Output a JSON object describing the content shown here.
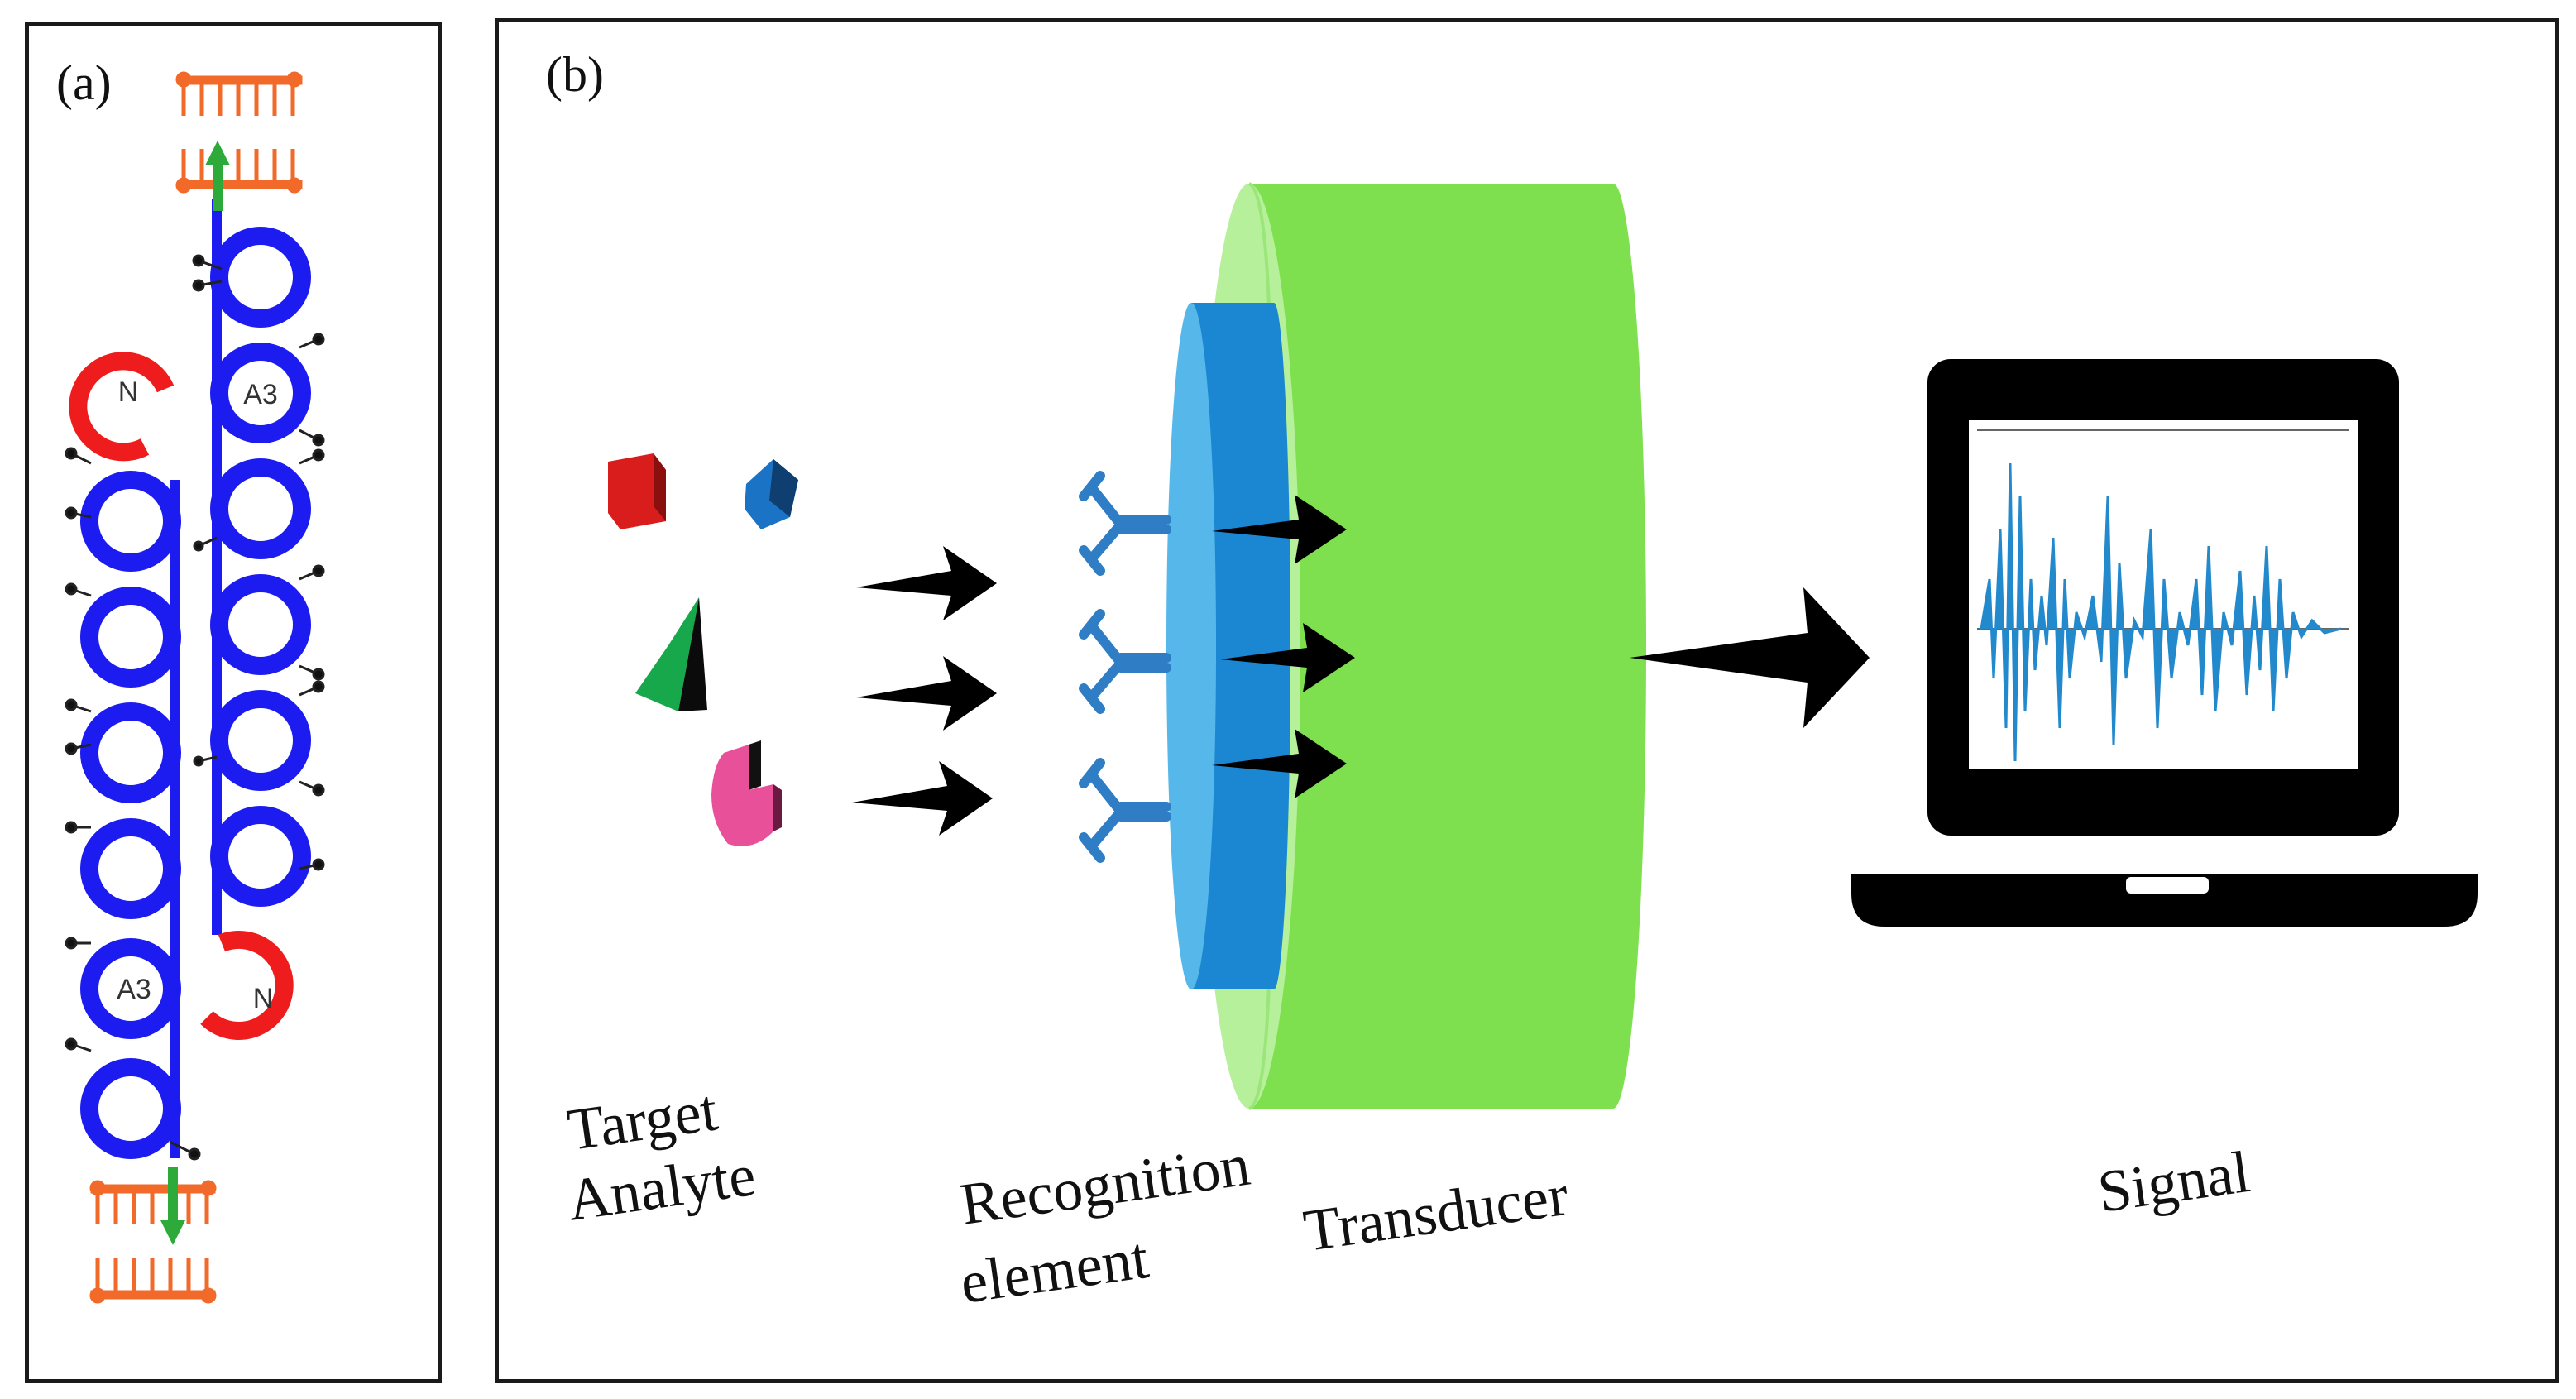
{
  "panel_a": {
    "label": "(a)",
    "loop_labels": {
      "n_top": "N",
      "a3_top": "A3",
      "a3_bottom": "A3",
      "n_bottom": "N"
    }
  },
  "panel_b": {
    "label": "(b)",
    "captions": {
      "target_line1": "Target",
      "target_line2": "Analyte",
      "recognition_line1": "Recognition",
      "recognition_line2": "element",
      "transducer": "Transducer",
      "signal": "Signal"
    }
  },
  "colors": {
    "strand_blue": "#1c1cf0",
    "loop_red": "#ee1c1c",
    "lipid_orange": "#f26a2a",
    "arrow_green": "#2eaa3a",
    "transducer_green": "#7fe04f",
    "transducer_light": "#b7f09a",
    "recognition_blue": "#1b86d2",
    "recognition_light": "#56b8ea",
    "antibody_blue": "#2f7dc4",
    "signal_blue": "#2289cc"
  }
}
